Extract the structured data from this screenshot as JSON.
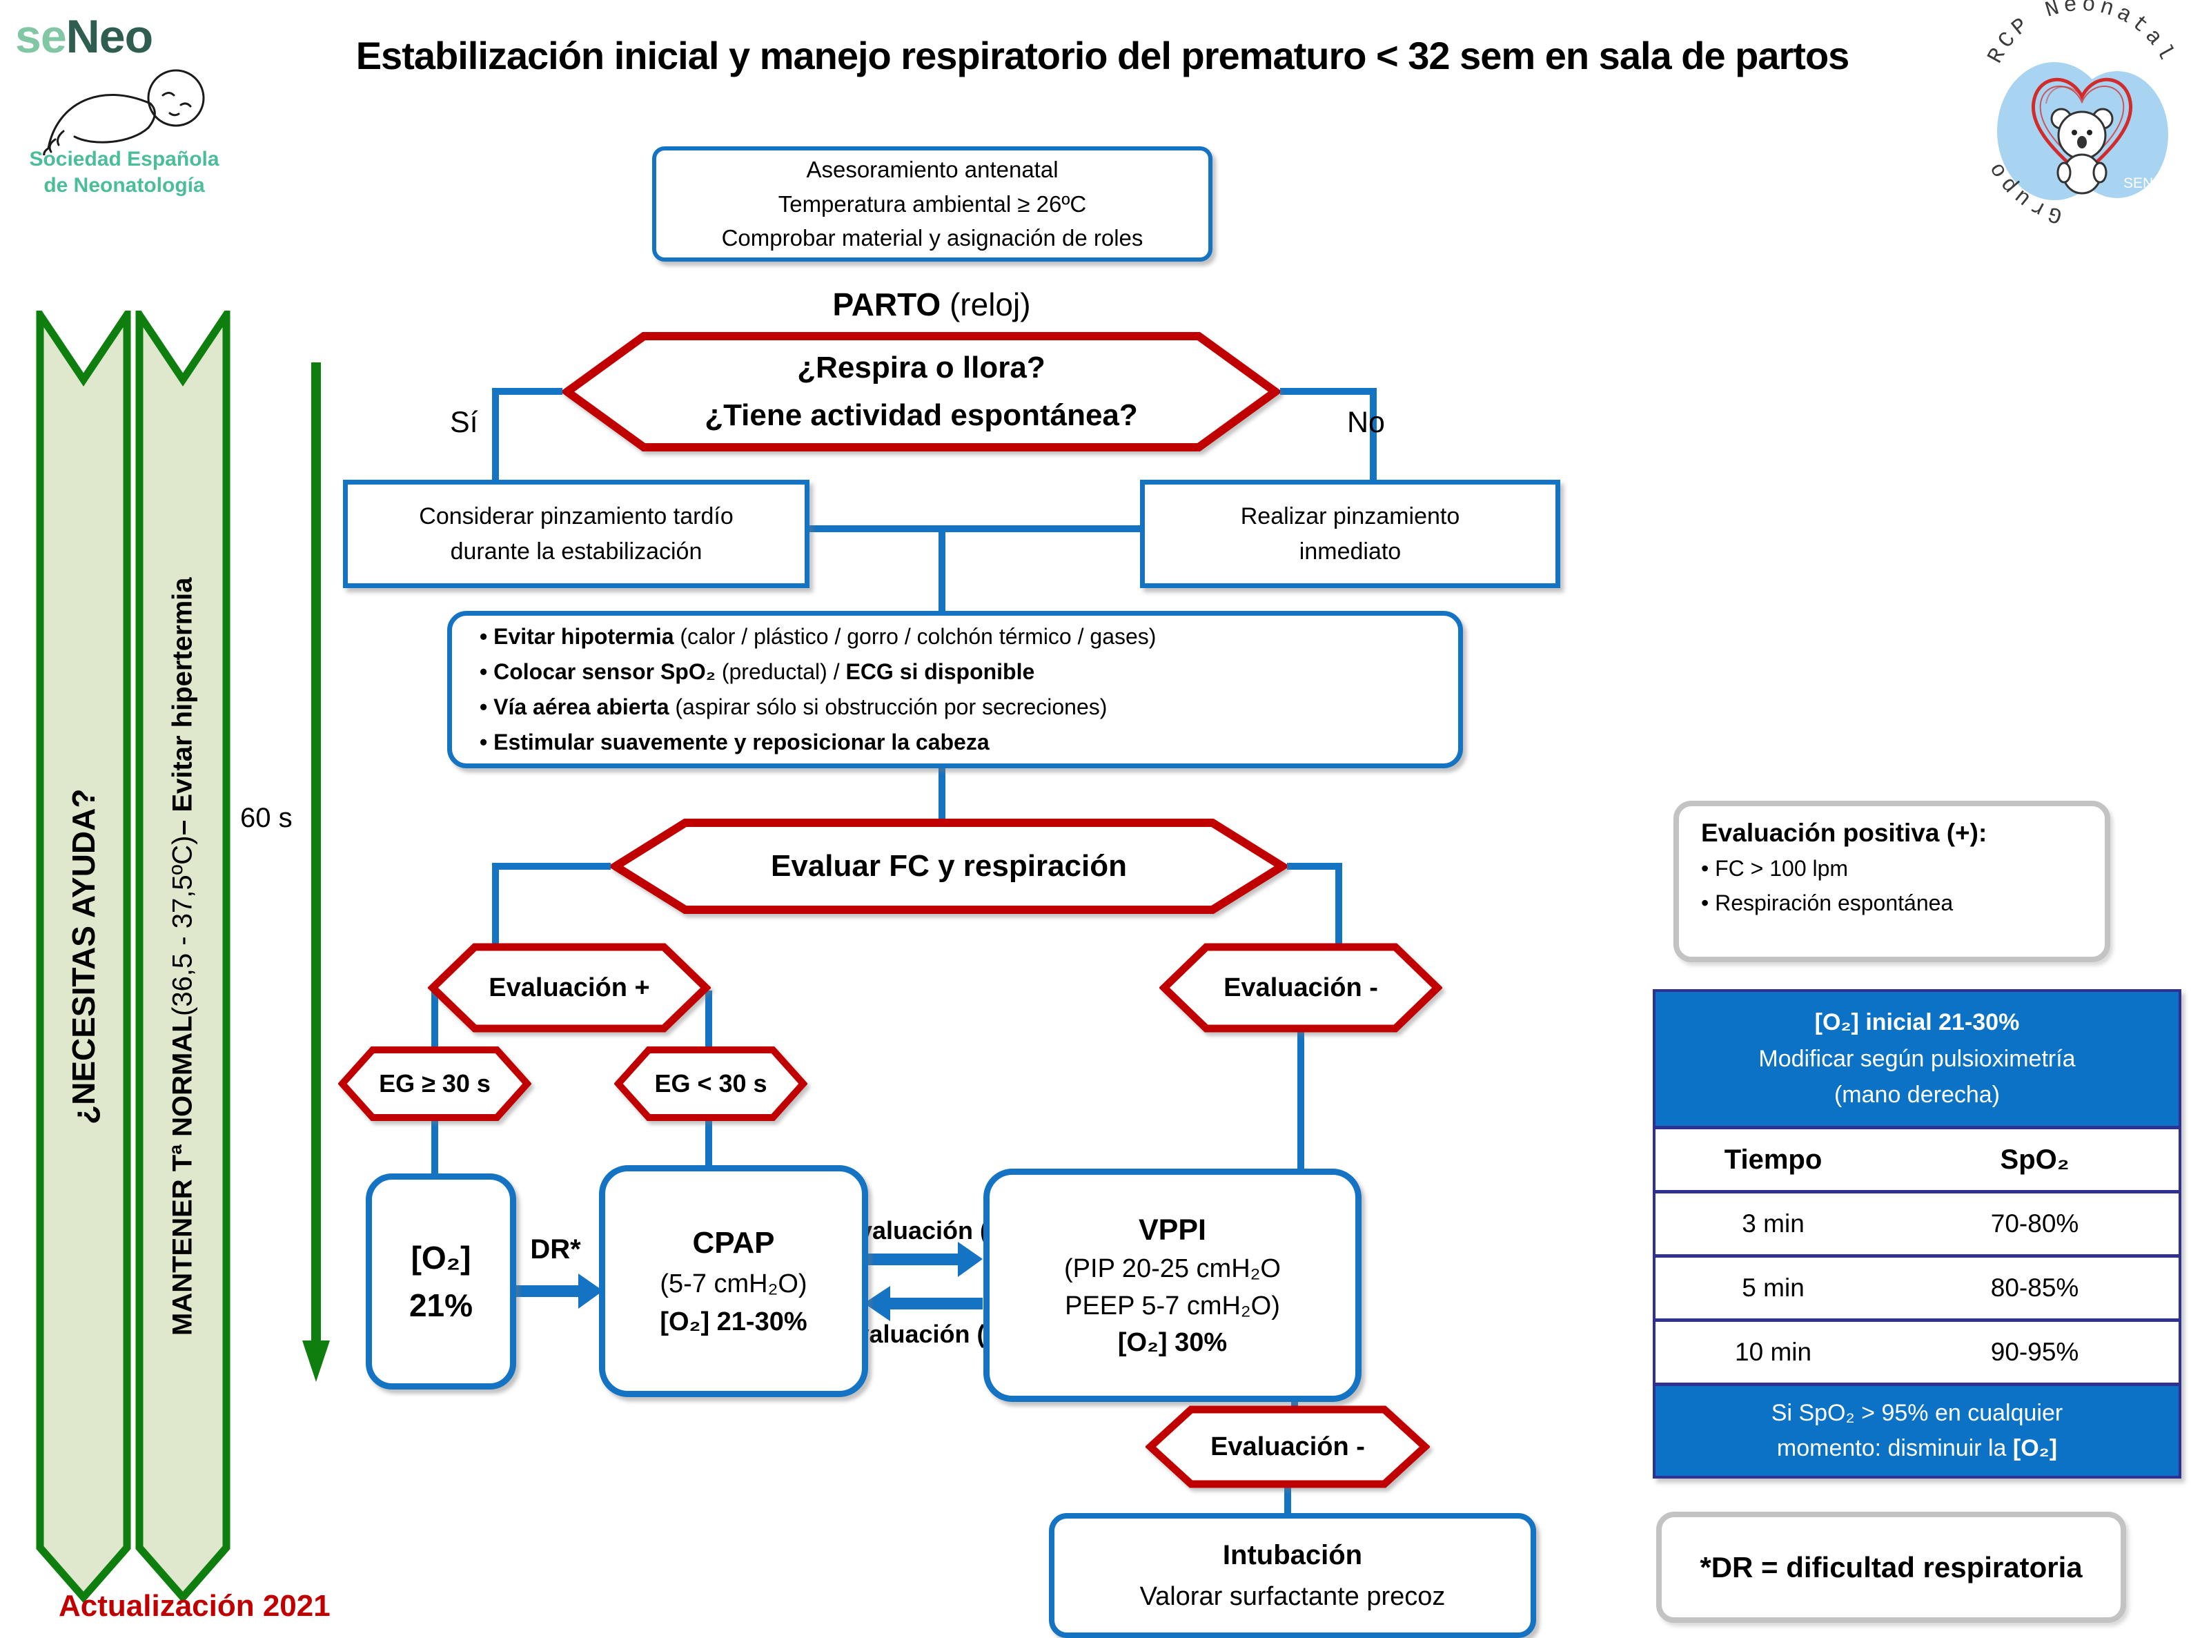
{
  "colors": {
    "accent_blue": "#1473C2",
    "accent_red": "#C00000",
    "table_header_blue": "#0B72C5",
    "table_separator_navy": "#2E3192",
    "green_border": "#0E7E0E",
    "green_fill": "#DFE8CC",
    "gray_border": "#C3C3C3",
    "brand_light_green": "#82C7A4",
    "brand_dark_teal": "#2F5D50",
    "org_green": "#4CBE96",
    "badge_blue": "#A9D4F1",
    "update_red": "#C00000"
  },
  "brand": {
    "se": "se",
    "neo": "Neo",
    "org1": "Sociedad Española",
    "org2": "de Neonatología"
  },
  "title": "Estabilización inicial y manejo respiratorio del prematuro < 32 sem en sala de partos",
  "badge": {
    "arc_top": "RCP Neonatal",
    "arc_bottom": "Grupo",
    "label": "SENeo"
  },
  "ribbons": {
    "help": "¿NECESITAS AYUDA?",
    "temp_b1": "MANTENER  Tª  NORMAL ",
    "temp_n": "(36,5 - 37,5ºC) ",
    "temp_b2": "– Evitar hipertermia"
  },
  "timer": "60 s",
  "antenatal": {
    "l1": "Asesoramiento antenatal",
    "l2": "Temperatura ambiental ≥ 26ºC",
    "l3": "Comprobar material y asignación de roles"
  },
  "parto": {
    "b": "PARTO",
    "r": " (reloj)"
  },
  "decision": {
    "l1": "¿Respira o llora?",
    "l2": "¿Tiene actividad espontánea?",
    "yes": "Sí",
    "no": "No"
  },
  "clamp": {
    "late1": "Considerar pinzamiento tardío",
    "late2": "durante la estabilización",
    "now1": "Realizar pinzamiento",
    "now2": "inmediato"
  },
  "care": {
    "b1": "• Evitar hipotermia",
    "r1": " (calor / plástico / gorro / colchón térmico / gases)",
    "b2": "• Colocar sensor SpO₂",
    "r2": " (preductal) / ",
    "b2b": "ECG si disponible",
    "b3": "• Vía aérea abierta",
    "r3": " (aspirar sólo si obstrucción por secreciones)",
    "b4": "• Estimular suavemente y reposicionar la cabeza"
  },
  "evalfc": "Evaluar FC y respiración",
  "evalplus": "Evaluación +",
  "evalminus": "Evaluación -",
  "eg30": {
    "ge": "EG ≥ 30 s",
    "lt": "EG < 30 s"
  },
  "o2box": {
    "l1": "[O₂]",
    "l2": "21%"
  },
  "dr": "DR*",
  "cpap": {
    "l1": "CPAP",
    "l2": "(5-7 cmH₂O)",
    "l3": "[O₂] 21-30%"
  },
  "vppi": {
    "l1": "VPPI",
    "l2": "(PIP 20-25 cmH₂O",
    "l3": "PEEP 5-7 cmH₂O)",
    "l4": "[O₂] 30%"
  },
  "between": {
    "neg": "Evaluación  (-)",
    "pos": "Evaluación  (+)"
  },
  "evalminus2": "Evaluación -",
  "intub": {
    "l1": "Intubación",
    "l2": "Valorar surfactante precoz"
  },
  "evalpos": {
    "title": "Evaluación positiva (+):",
    "b1": "• FC > 100 lpm",
    "b2": "• Respiración espontánea"
  },
  "table": {
    "h1": "[O₂] inicial 21-30%",
    "h2": "Modificar según pulsioximetría",
    "h3": "(mano derecha)",
    "c1": "Tiempo",
    "c2": "SpO₂",
    "rows": [
      [
        "3 min",
        "70-80%"
      ],
      [
        "5 min",
        "80-85%"
      ],
      [
        "10 min",
        "90-95%"
      ]
    ],
    "f1": "Si SpO₂ > 95% en cualquier",
    "f2": "momento: disminuir la ",
    "f2b": "[O₂]"
  },
  "note": "*DR = dificultad respiratoria",
  "update": "Actualización 2021"
}
